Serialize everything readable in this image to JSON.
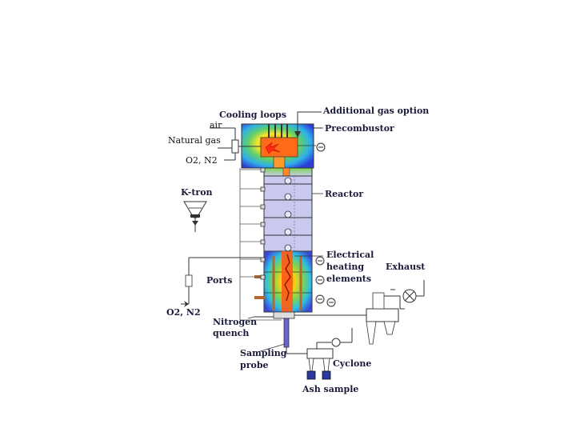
{
  "labels": {
    "cooling_loops": "Cooling loops",
    "air": "air",
    "natural_gas": "Natural gas",
    "o2_n2_top": "O2, N2",
    "additional_gas_option": "Additional gas option",
    "precombustor": "Precombustor",
    "k_tron": "K-tron",
    "reactor": "Reactor",
    "electrical_heating_elements": [
      "Electrical",
      "heating",
      "elements"
    ],
    "exhaust": "Exhaust",
    "ports": "Ports",
    "o2_n2_bottom": "O2, N2",
    "nitrogen_quench": [
      "Nitrogen",
      "quench"
    ],
    "sampling_probe": [
      "Sampling",
      "probe"
    ],
    "cyclone": "Cyclone",
    "ash_sample": "Ash sample"
  },
  "colors": {
    "reactor_section": "#c9c9f0",
    "precombustor_outer": "#3c4fe0",
    "flame_core": "#ff3b1f",
    "heat_zone_inner": "#f5c318",
    "heater_rod": "#b06a2e",
    "line": "#3a3a3a",
    "text": "#111111"
  },
  "icons": [
    "burner-flame-icon",
    "port-circle-icon",
    "heater-element-icon",
    "fan-icon",
    "valve-icon",
    "sample-collector-icon"
  ]
}
